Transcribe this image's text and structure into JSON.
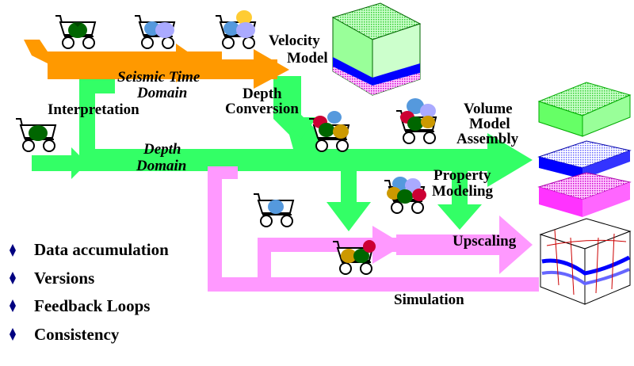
{
  "flow_labels": {
    "velocity_model": [
      "Velocity",
      "Model"
    ],
    "seismic_time_domain": [
      "Seismic Time",
      "Domain"
    ],
    "interpretation": "Interpretation",
    "depth_conversion": [
      "Depth",
      "Conversion"
    ],
    "volume_model_assembly": [
      "Volume",
      "Model",
      "Assembly"
    ],
    "depth_domain": [
      "Depth",
      "Domain"
    ],
    "property_modeling": [
      "Property",
      "Modeling"
    ],
    "upscaling": "Upscaling",
    "simulation": "Simulation"
  },
  "bullets": [
    "Data accumulation",
    "Versions",
    "Feedback Loops",
    "Consistency"
  ],
  "colors": {
    "seismic_time_flow": "#ff9900",
    "depth_flow": "#33ff66",
    "simulation_flow": "#ff99ff",
    "bullet_marker": "#000080",
    "cube_green": "#66ff66",
    "cube_blue": "#0000ff",
    "cube_magenta": "#ff33ff"
  }
}
